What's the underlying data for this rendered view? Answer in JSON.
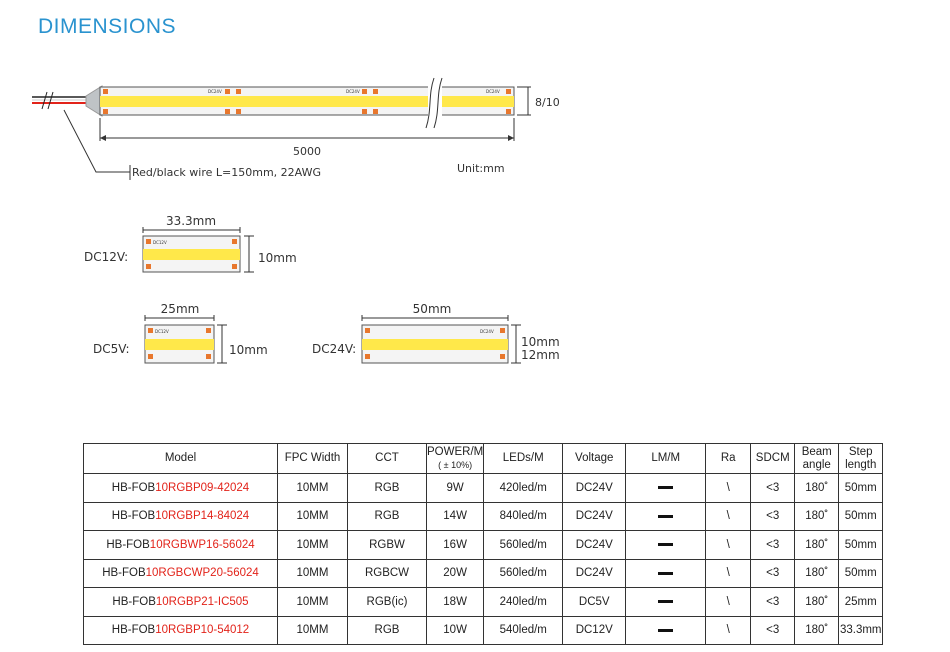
{
  "heading": "DIMENSIONS",
  "strip_diagram": {
    "height_label": "8/10",
    "length_label": "5000",
    "wire_label": "Red/black wire L=150mm, 22AWG",
    "unit_label": "Unit:mm",
    "segment_mark": "DC24V"
  },
  "segments": {
    "dc12": {
      "voltage": "DC12V:",
      "length": "33.3mm",
      "height": "10mm",
      "mark": "DC12V"
    },
    "dc5": {
      "voltage": "DC5V:",
      "length": "25mm",
      "height": "10mm",
      "mark": "DC12V"
    },
    "dc24": {
      "voltage": "DC24V:",
      "length": "50mm",
      "height_a": "10mm",
      "height_b": "12mm",
      "mark": "DC24V"
    }
  },
  "table": {
    "headers": {
      "model": "Model",
      "fpc": "FPC Width",
      "cct": "CCT",
      "power_1": "POWER/M",
      "power_2": "( ± 10%)",
      "leds": "LEDs/M",
      "voltage": "Voltage",
      "lm": "LM/M",
      "ra": "Ra",
      "sdcm": "SDCM",
      "beam_1": "Beam",
      "beam_2": "angle",
      "step_1": "Step",
      "step_2": "length"
    },
    "rows": [
      {
        "model_a": "HB-FOB",
        "model_b": "10RGB",
        "model_c": "P09-42024",
        "fpc": "10MM",
        "cct": "RGB",
        "power": "9W",
        "leds": "420led/m",
        "voltage": "DC24V",
        "ra": "\\",
        "sdcm": "<3",
        "beam": "180˚",
        "step": "50mm"
      },
      {
        "model_a": "HB-FOB",
        "model_b": "10RGB",
        "model_c": "P14-84024",
        "fpc": "10MM",
        "cct": "RGB",
        "power": "14W",
        "leds": "840led/m",
        "voltage": "DC24V",
        "ra": "\\",
        "sdcm": "<3",
        "beam": "180˚",
        "step": "50mm"
      },
      {
        "model_a": "HB-FOB",
        "model_b": "10RGBW",
        "model_c": "P16-56024",
        "fpc": "10MM",
        "cct": "RGBW",
        "power": "16W",
        "leds": "560led/m",
        "voltage": "DC24V",
        "ra": "\\",
        "sdcm": "<3",
        "beam": "180˚",
        "step": "50mm"
      },
      {
        "model_a": "HB-FOB",
        "model_b": "10RGBCW",
        "model_c": "P20-56024",
        "fpc": "10MM",
        "cct": "RGBCW",
        "power": "20W",
        "leds": "560led/m",
        "voltage": "DC24V",
        "ra": "\\",
        "sdcm": "<3",
        "beam": "180˚",
        "step": "50mm"
      },
      {
        "model_a": "HB-FOB",
        "model_b": "10RGB",
        "model_c": "P21-IC505",
        "fpc": "10MM",
        "cct": "RGB(ic)",
        "power": "18W",
        "leds": "240led/m",
        "voltage": "DC5V",
        "ra": "\\",
        "sdcm": "<3",
        "beam": "180˚",
        "step": "25mm"
      },
      {
        "model_a": "HB-FOB",
        "model_b": "10RGB",
        "model_c": "P10-54012",
        "fpc": "10MM",
        "cct": "RGB",
        "power": "10W",
        "leds": "540led/m",
        "voltage": "DC12V",
        "ra": "\\",
        "sdcm": "<3",
        "beam": "180˚",
        "step": "33.3mm"
      }
    ]
  },
  "colors": {
    "heading": "#2a93cf",
    "led": "#ffe84a",
    "pad": "#e8772d",
    "red_text": "#e2231a"
  }
}
